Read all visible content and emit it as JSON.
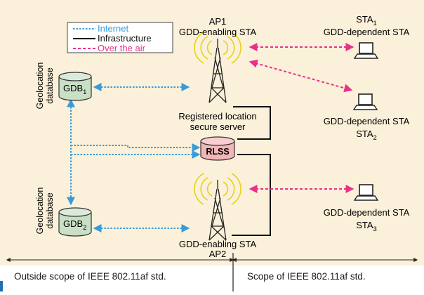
{
  "legend": {
    "internet": "Internet",
    "infrastructure": "Infrastructure",
    "over_the_air": "Over the air"
  },
  "gdb_side_label": {
    "line1": "Geolocation",
    "line2": "database"
  },
  "gdb1": {
    "base": "GDB",
    "sub": "1"
  },
  "gdb2": {
    "base": "GDB",
    "sub": "2"
  },
  "ap1": {
    "name": "AP1",
    "role": "GDD-enabling STA"
  },
  "ap2": {
    "name": "AP2",
    "role": "GDD-enabling STA"
  },
  "sta1": {
    "base": "STA",
    "sub": "1",
    "role": "GDD-dependent STA"
  },
  "sta2": {
    "base": "STA",
    "sub": "2",
    "role": "GDD-dependent STA"
  },
  "sta3": {
    "base": "STA",
    "sub": "3",
    "role": "GDD-dependent STA"
  },
  "rlss": {
    "label": "RLSS",
    "desc_line1": "Registered location",
    "desc_line2": "secure server"
  },
  "scope": {
    "outside": "Outside scope of IEEE 802.11af std.",
    "inside": "Scope of IEEE 802.11af std."
  },
  "colors": {
    "background": "#fbf0d9",
    "internet": "#3a9bd9",
    "infrastructure": "#111111",
    "over_the_air": "#e8308a",
    "db_fill": "#c9dfc6",
    "rlss_fill": "#f2b5b8",
    "wave": "#e7d21b",
    "scope_band": "#ffffff"
  }
}
